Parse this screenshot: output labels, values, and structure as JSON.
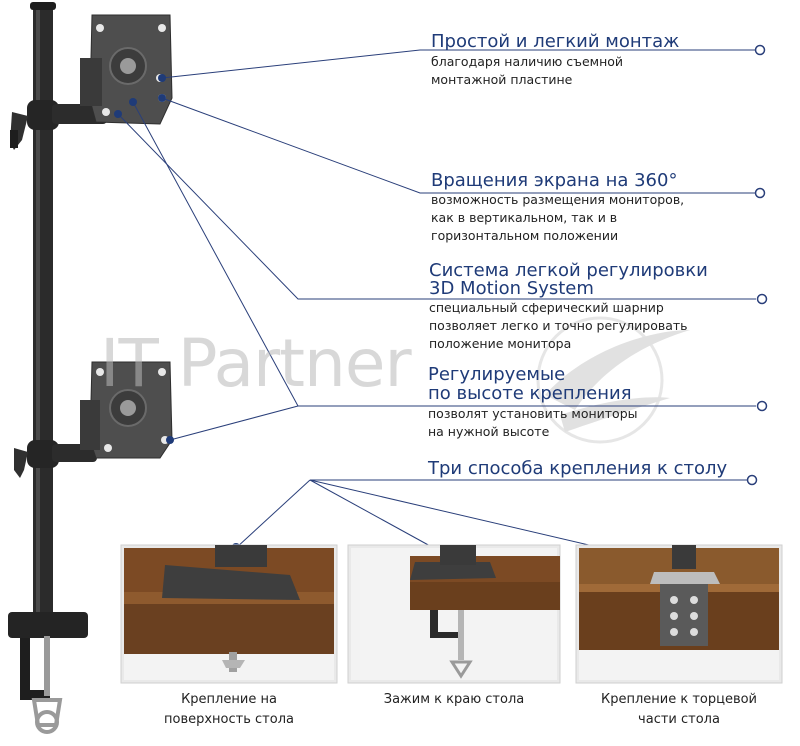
{
  "watermark": {
    "text": "IT Partner"
  },
  "features": [
    {
      "title": "Простой и легкий монтаж",
      "desc": [
        "благодаря наличию съемной",
        "монтажной пластине"
      ]
    },
    {
      "title": "Вращения экрана на 360°",
      "desc": [
        "возможность размещения мониторов,",
        "как в вертикальном, так и в",
        "горизонтальном положении"
      ]
    },
    {
      "title": [
        "Система легкой регулировки",
        "3D Motion System"
      ],
      "desc": [
        "специальный сферический шарнир",
        "позволяет легко и точно регулировать",
        "положение монитора"
      ]
    },
    {
      "title": [
        "Регулируемые",
        "по высоте крепления"
      ],
      "desc": [
        "позволят установить мониторы",
        "на нужной высоте"
      ]
    },
    {
      "title": "Три способа крепления к столу",
      "desc": []
    }
  ],
  "mounting_options": [
    {
      "caption": [
        "Крепление на",
        "поверхность стола"
      ]
    },
    {
      "caption": [
        "Зажим к краю стола"
      ]
    },
    {
      "caption": [
        "Крепление к торцевой",
        "части стола"
      ]
    }
  ],
  "colors": {
    "title": "#1f3b78",
    "line": "#2a3f7a",
    "pole": "#2a2a2a",
    "plate": "#4b4b4b",
    "wood": "#8a5a2b"
  },
  "icons": [
    "monitor-arm",
    "vesa-plate-icon",
    "clamp-icon",
    "watermark-logo"
  ]
}
